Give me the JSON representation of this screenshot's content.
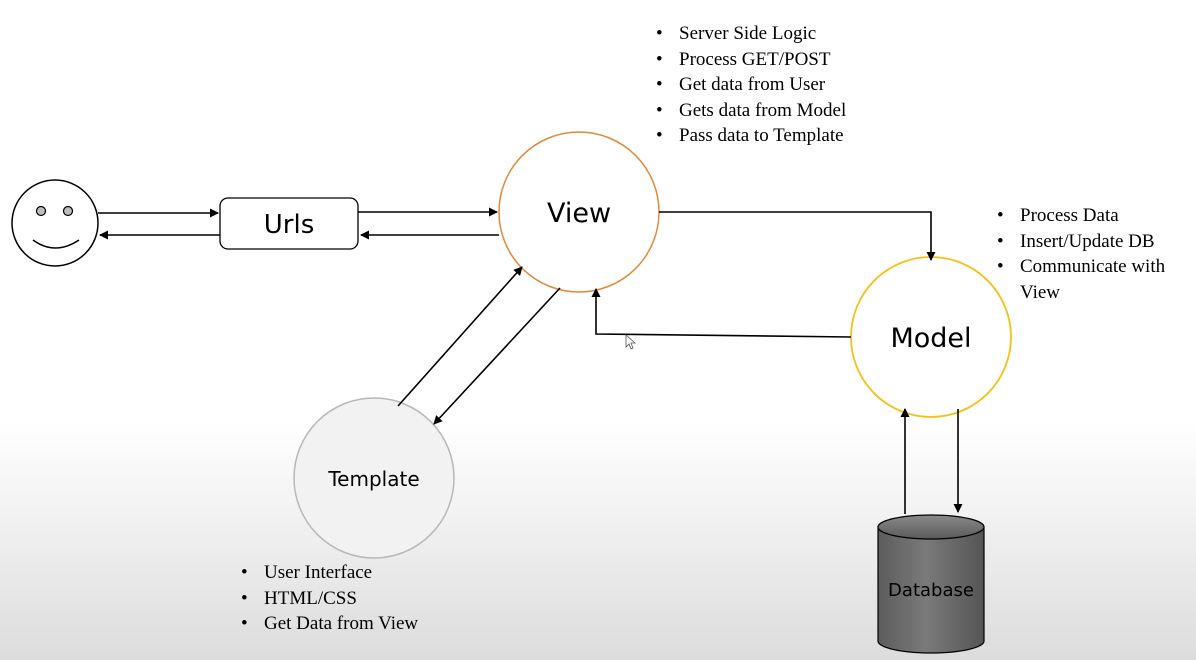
{
  "diagram": {
    "user": {
      "icon": "smiley-face-icon"
    },
    "urls": {
      "label": "Urls"
    },
    "view": {
      "label": "View",
      "notes": [
        "Server Side Logic",
        "Process GET/POST",
        "Get data from User",
        "Gets data from Model",
        "Pass data to Template"
      ]
    },
    "model": {
      "label": "Model",
      "notes": [
        "Process Data",
        "Insert/Update DB",
        "Communicate with View"
      ]
    },
    "template": {
      "label": "Template",
      "notes": [
        "User Interface",
        "HTML/CSS",
        "Get Data from View"
      ]
    },
    "database": {
      "label": "Database"
    }
  },
  "colors": {
    "view_border": "#e08a3c",
    "model_border": "#f2c21a",
    "template_border": "#b8b8b8",
    "database_fill": "#6e6e6e"
  }
}
